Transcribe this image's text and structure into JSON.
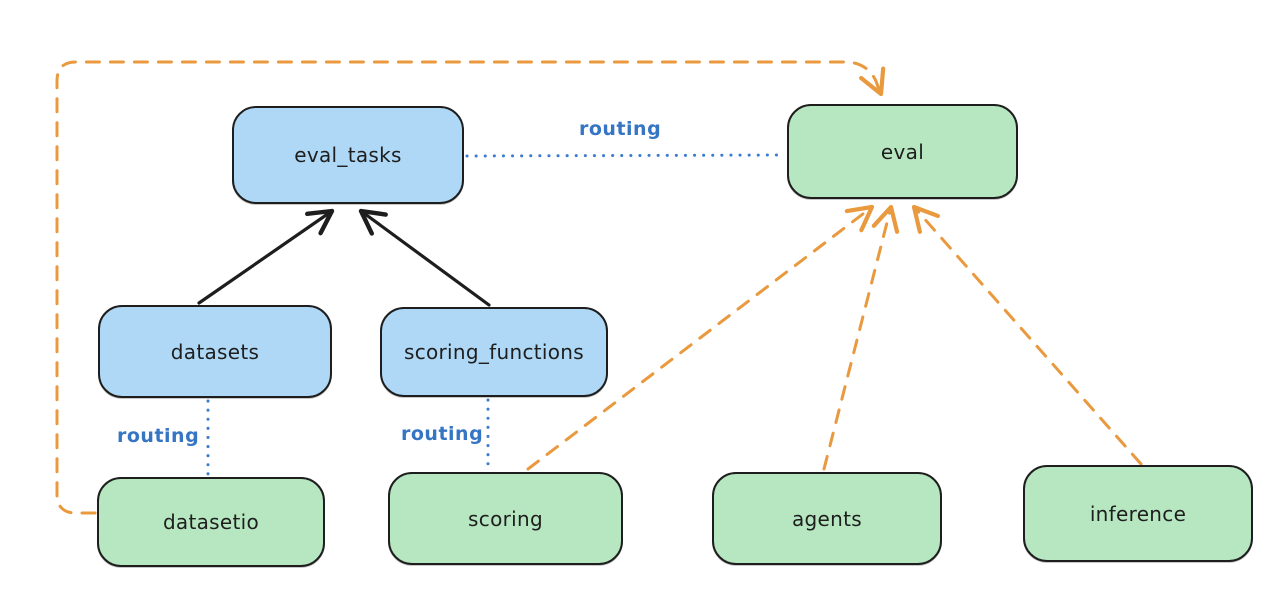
{
  "diagram": {
    "kind": "architecture-diagram",
    "background": "#ffffff",
    "colors": {
      "resource_fill_blue": "#aed8f5",
      "api_fill_green": "#b7e7c0",
      "node_stroke": "#1e1e1e",
      "dashed_arrow_orange": "#e9993e",
      "routing_line_blue": "#3b7bd0",
      "routing_text_blue": "#3575c4",
      "solid_arrow_black": "#1e1e1e"
    },
    "nodes": {
      "eval_tasks": {
        "label": "eval_tasks",
        "color": "blue"
      },
      "eval": {
        "label": "eval",
        "color": "green"
      },
      "datasets": {
        "label": "datasets",
        "color": "blue"
      },
      "scoring_functions": {
        "label": "scoring_functions",
        "color": "blue"
      },
      "datasetio": {
        "label": "datasetio",
        "color": "green"
      },
      "scoring": {
        "label": "scoring",
        "color": "green"
      },
      "agents": {
        "label": "agents",
        "color": "green"
      },
      "inference": {
        "label": "inference",
        "color": "green"
      }
    },
    "edges": [
      {
        "from": "datasets",
        "to": "eval_tasks",
        "style": "solid-black-arrow",
        "label": ""
      },
      {
        "from": "scoring_functions",
        "to": "eval_tasks",
        "style": "solid-black-arrow",
        "label": ""
      },
      {
        "from": "eval_tasks",
        "to": "eval",
        "style": "dotted-blue",
        "label": "routing"
      },
      {
        "from": "datasets",
        "to": "datasetio",
        "style": "dotted-blue",
        "label": "routing"
      },
      {
        "from": "scoring_functions",
        "to": "scoring",
        "style": "dotted-blue",
        "label": "routing"
      },
      {
        "from": "datasetio",
        "to": "eval",
        "style": "dashed-orange-arrow",
        "label": ""
      },
      {
        "from": "scoring",
        "to": "eval",
        "style": "dashed-orange-arrow",
        "label": ""
      },
      {
        "from": "agents",
        "to": "eval",
        "style": "dashed-orange-arrow",
        "label": ""
      },
      {
        "from": "inference",
        "to": "eval",
        "style": "dashed-orange-arrow",
        "label": ""
      }
    ]
  }
}
